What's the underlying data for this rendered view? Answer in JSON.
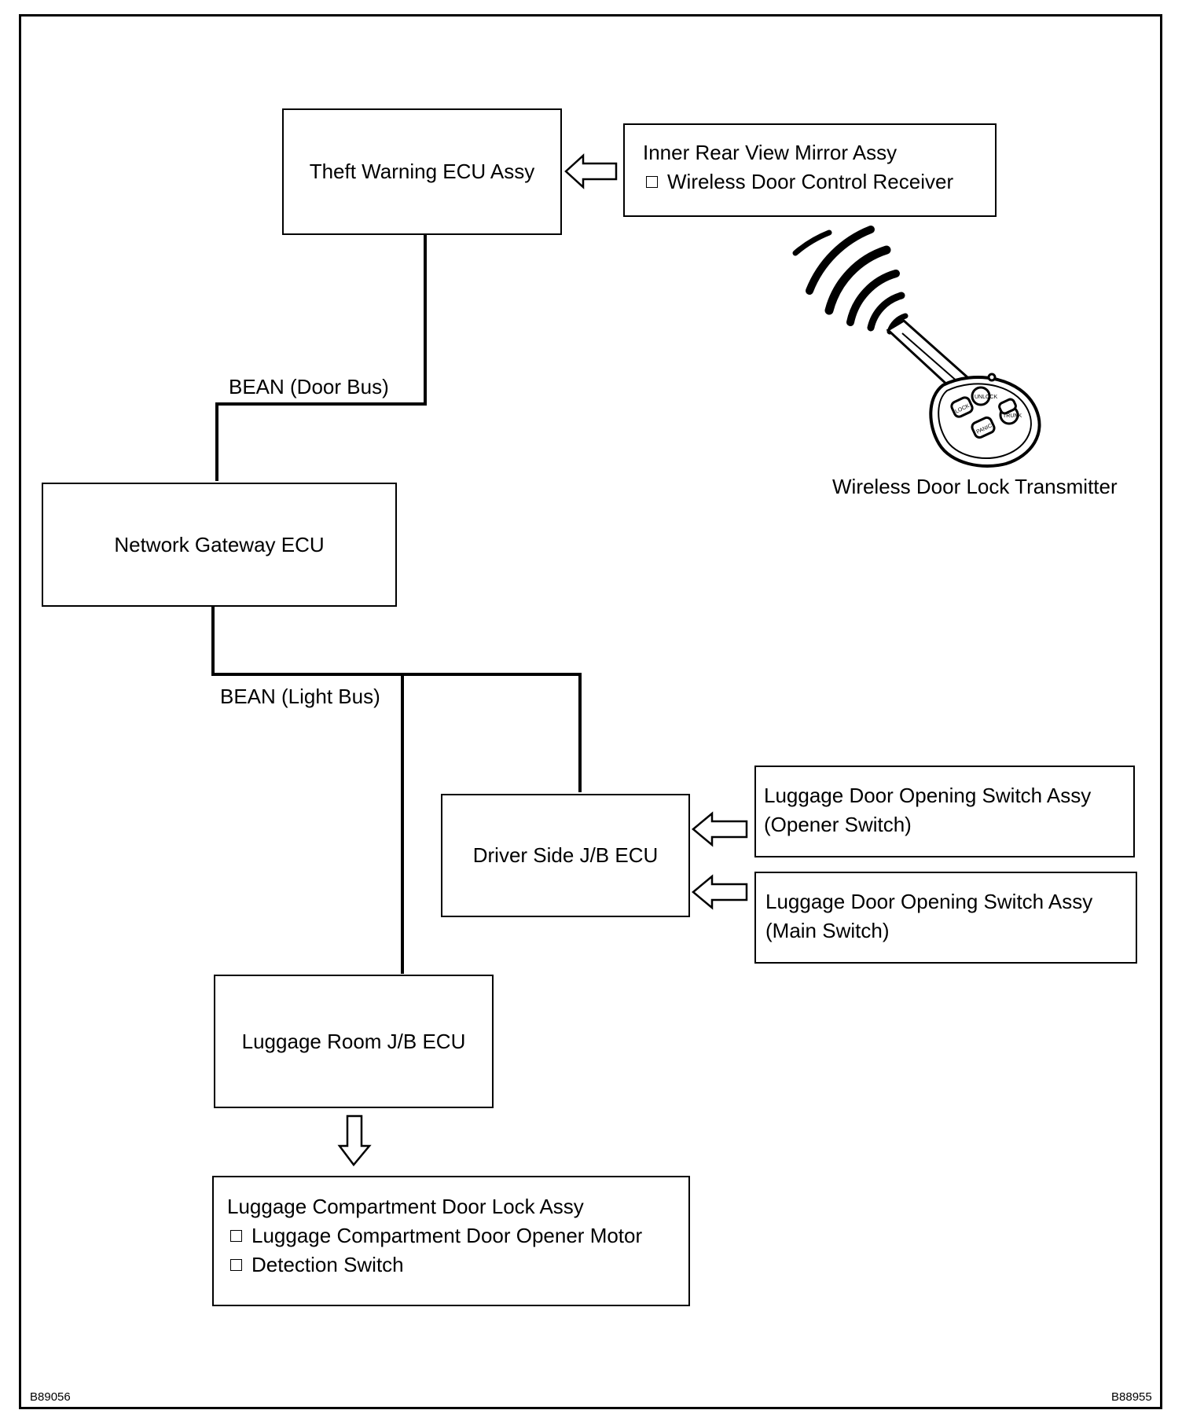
{
  "nodes": {
    "theft_warning_ecu": "Theft Warning ECU Assy",
    "inner_mirror": {
      "title": "Inner Rear View Mirror Assy",
      "items": [
        "Wireless Door Control Receiver"
      ]
    },
    "network_gateway_ecu": "Network Gateway ECU",
    "driver_side_jb_ecu": "Driver Side J/B ECU",
    "opener_switch": {
      "line1": "Luggage Door Opening Switch Assy",
      "line2": "(Opener Switch)"
    },
    "main_switch": {
      "line1": "Luggage Door Opening Switch Assy",
      "line2": "(Main Switch)"
    },
    "luggage_room_jb_ecu": "Luggage Room J/B ECU",
    "door_lock_assy": {
      "title": "Luggage Compartment Door Lock Assy",
      "items": [
        "Luggage Compartment Door Opener Motor",
        "Detection Switch"
      ]
    }
  },
  "labels": {
    "door_bus": "BEAN (Door Bus)",
    "light_bus": "BEAN (Light Bus)",
    "transmitter": "Wireless Door Lock Transmitter"
  },
  "transmitter_buttons": [
    "LOCK",
    "UNLOCK",
    "PANIC",
    "TRUNK"
  ],
  "codes": {
    "left": "B89056",
    "right": "B88955"
  }
}
